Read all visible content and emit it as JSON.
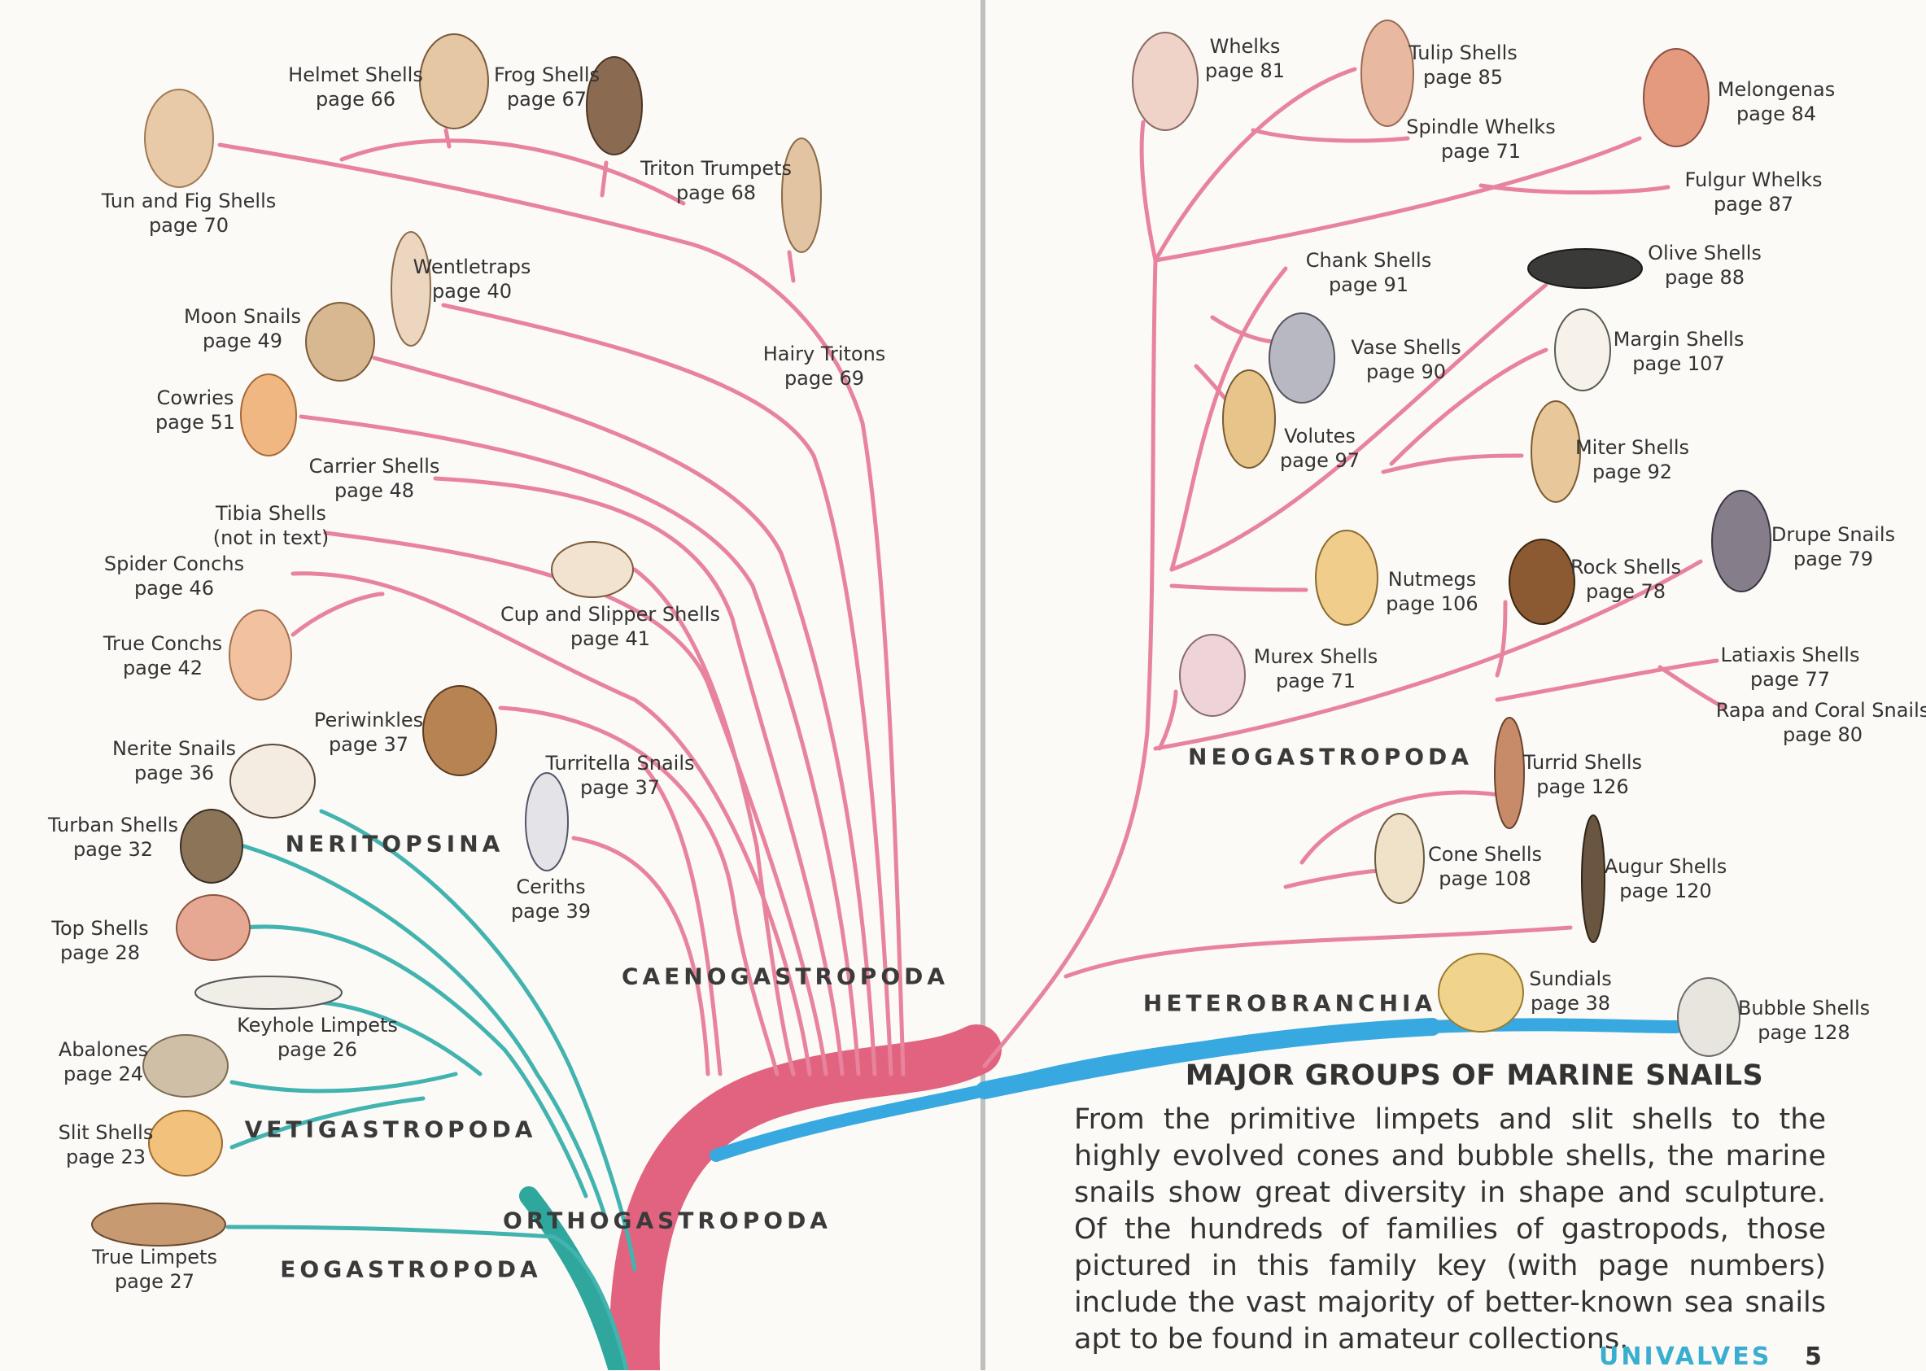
{
  "caption": {
    "title": "MAJOR GROUPS OF MARINE SNAILS",
    "body": "From the primitive limpets and slit shells to the highly evolved cones and bubble shells, the marine snails show great diversity in shape and sculpture. Of the hundreds of families of gastropods, those pictured in this family key (with page numbers) include the vast majority of better-known sea snails apt to be found in amateur collections."
  },
  "footer": {
    "section": "UNIVALVES",
    "page": "5"
  },
  "colors": {
    "caeno": "#e8839e",
    "trunk": "#e2637f",
    "vetigastropoda": "#43b3b0",
    "heterobranchia": "#38a9e0",
    "eogastropoda": "#2fa79d"
  },
  "groups": {
    "neritopsina": "NERITOPSINA",
    "caenogastropoda": "CAENOGASTROPODA",
    "vetigastropoda": "VETIGASTROPODA",
    "orthogastropoda": "ORTHOGASTROPODA",
    "eogastropoda": "EOGASTROPODA",
    "neogastropoda": "NEOGASTROPODA",
    "heterobranchia": "HETEROBRANCHIA"
  },
  "families": {
    "helmet": {
      "name": "Helmet Shells",
      "page": "page 66"
    },
    "frog": {
      "name": "Frog Shells",
      "page": "page 67"
    },
    "tun": {
      "name": "Tun and Fig Shells",
      "page": "page 70"
    },
    "triton": {
      "name": "Triton Trumpets",
      "page": "page 68"
    },
    "wentletraps": {
      "name": "Wentletraps",
      "page": "page 40"
    },
    "moon": {
      "name": "Moon Snails",
      "page": "page 49"
    },
    "hairy": {
      "name": "Hairy Tritons",
      "page": "page 69"
    },
    "cowries": {
      "name": "Cowries",
      "page": "page 51"
    },
    "carrier": {
      "name": "Carrier Shells",
      "page": "page 48"
    },
    "tibia": {
      "name": "Tibia Shells",
      "page": "(not in text)"
    },
    "spider": {
      "name": "Spider Conchs",
      "page": "page 46"
    },
    "cup": {
      "name": "Cup and Slipper Shells",
      "page": "page 41"
    },
    "conchs": {
      "name": "True Conchs",
      "page": "page 42"
    },
    "periwinkles": {
      "name": "Periwinkles",
      "page": "page 37"
    },
    "nerite": {
      "name": "Nerite Snails",
      "page": "page 36"
    },
    "turritella": {
      "name": "Turritella Snails",
      "page": "page 37"
    },
    "turban": {
      "name": "Turban Shells",
      "page": "page 32"
    },
    "ceriths": {
      "name": "Ceriths",
      "page": "page 39"
    },
    "top": {
      "name": "Top Shells",
      "page": "page 28"
    },
    "keyhole": {
      "name": "Keyhole Limpets",
      "page": "page 26"
    },
    "abalones": {
      "name": "Abalones",
      "page": "page 24"
    },
    "slit": {
      "name": "Slit Shells",
      "page": "page 23"
    },
    "limpets": {
      "name": "True Limpets",
      "page": "page 27"
    },
    "whelks": {
      "name": "Whelks",
      "page": "page 81"
    },
    "tulip": {
      "name": "Tulip Shells",
      "page": "page 85"
    },
    "melongenas": {
      "name": "Melongenas",
      "page": "page 84"
    },
    "spindle": {
      "name": "Spindle Whelks",
      "page": "page 71"
    },
    "fulgur": {
      "name": "Fulgur Whelks",
      "page": "page 87"
    },
    "chank": {
      "name": "Chank Shells",
      "page": "page 91"
    },
    "olive": {
      "name": "Olive Shells",
      "page": "page 88"
    },
    "vase": {
      "name": "Vase Shells",
      "page": "page 90"
    },
    "margin": {
      "name": "Margin Shells",
      "page": "page 107"
    },
    "volutes": {
      "name": "Volutes",
      "page": "page 97"
    },
    "miter": {
      "name": "Miter Shells",
      "page": "page 92"
    },
    "drupe": {
      "name": "Drupe Snails",
      "page": "page 79"
    },
    "nutmegs": {
      "name": "Nutmegs",
      "page": "page 106"
    },
    "rock": {
      "name": "Rock Shells",
      "page": "page 78"
    },
    "murex": {
      "name": "Murex Shells",
      "page": "page 71"
    },
    "latiaxis": {
      "name": "Latiaxis Shells",
      "page": "page 77"
    },
    "rapa": {
      "name": "Rapa and Coral Snails",
      "page": "page 80"
    },
    "turrid": {
      "name": "Turrid Shells",
      "page": "page 126"
    },
    "cone": {
      "name": "Cone Shells",
      "page": "page 108"
    },
    "augur": {
      "name": "Augur Shells",
      "page": "page 120"
    },
    "sundials": {
      "name": "Sundials",
      "page": "page 38"
    },
    "bubble": {
      "name": "Bubble Shells",
      "page": "page 128"
    }
  }
}
